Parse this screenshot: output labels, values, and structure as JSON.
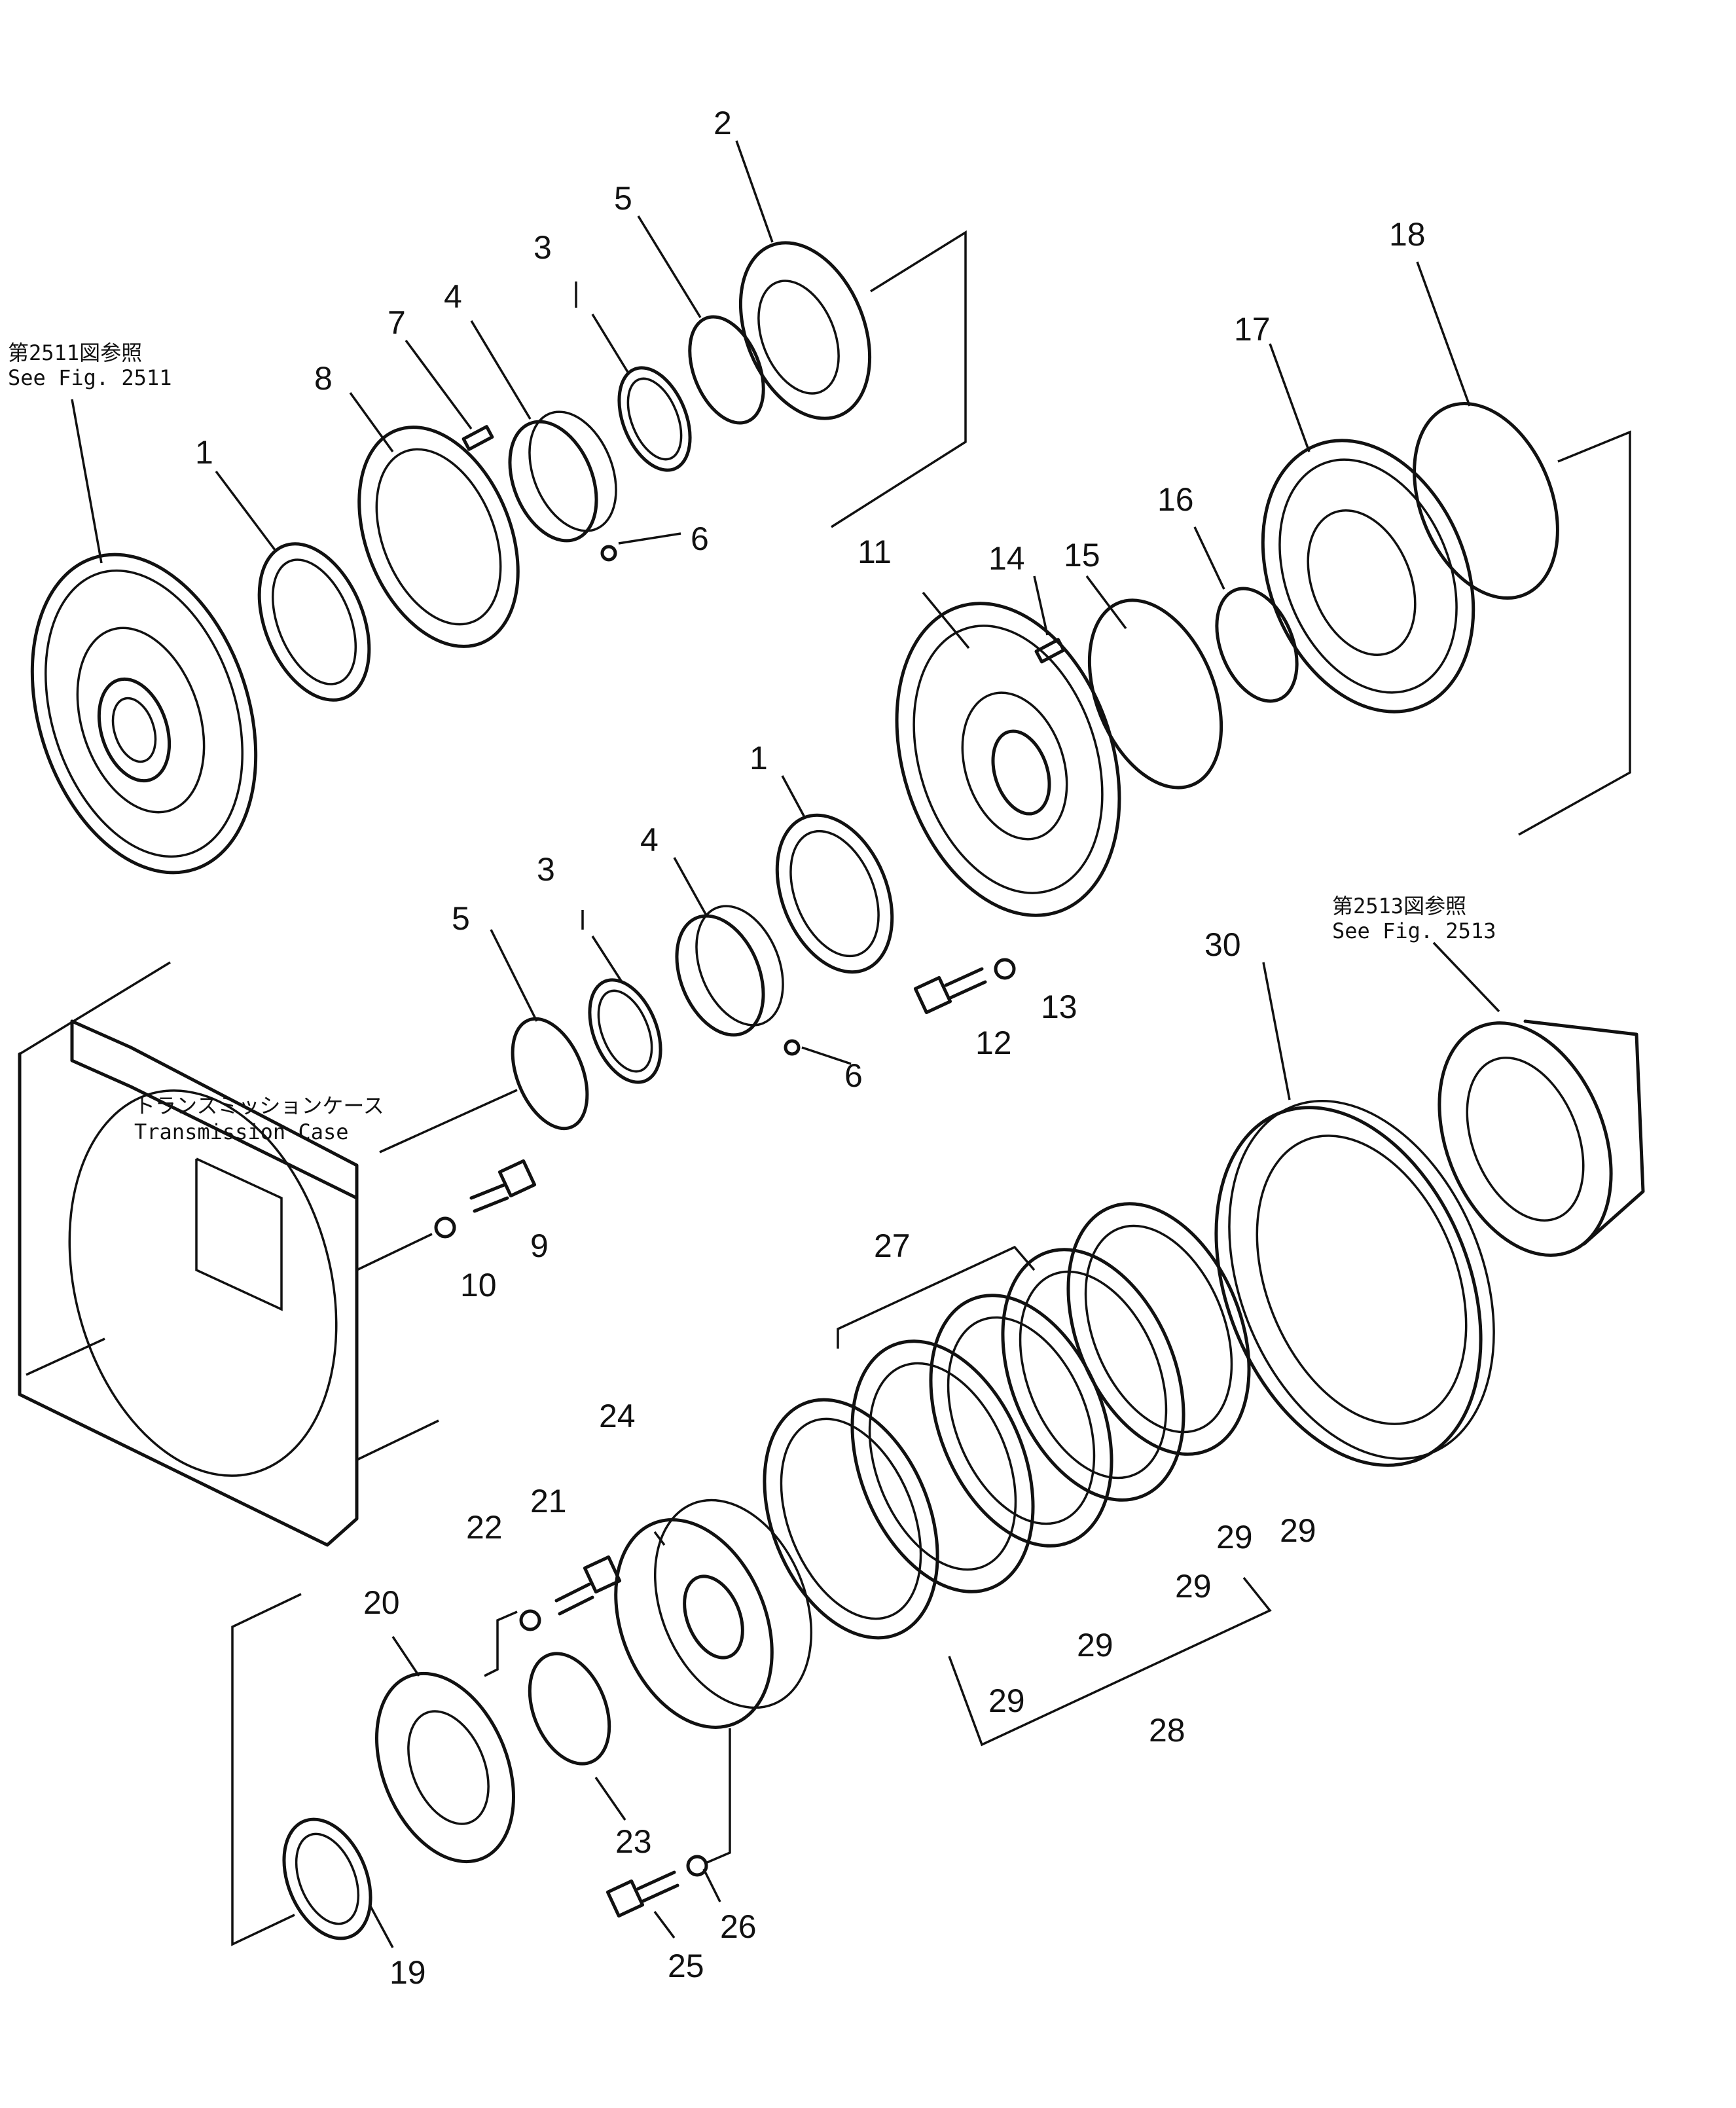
{
  "references": {
    "top_left": {
      "line1": "第2511図参照",
      "line2": "See  Fig.  2511"
    },
    "right": {
      "line1": "第2513図参照",
      "line2": "See  Fig.  2513"
    },
    "case": {
      "line1": "トランスミッションケース",
      "line2": "Transmission  Case"
    }
  },
  "callouts": {
    "c1a": "1",
    "c2": "2",
    "c3a": "3",
    "c4a": "4",
    "c5a": "5",
    "c6a": "6",
    "c7": "7",
    "c8": "8",
    "c1b": "1",
    "c3b": "3",
    "c4b": "4",
    "c5b": "5",
    "c6b": "6",
    "c9": "9",
    "c10": "10",
    "c11": "11",
    "c12": "12",
    "c13": "13",
    "c14": "14",
    "c15": "15",
    "c16": "16",
    "c17": "17",
    "c18": "18",
    "c19": "19",
    "c20": "20",
    "c21": "21",
    "c22": "22",
    "c23": "23",
    "c24": "24",
    "c25": "25",
    "c26": "26",
    "c27": "27",
    "c28": "28",
    "c29a": "29",
    "c29b": "29",
    "c29c": "29",
    "c29d": "29",
    "c29e": "29",
    "c30": "30"
  }
}
